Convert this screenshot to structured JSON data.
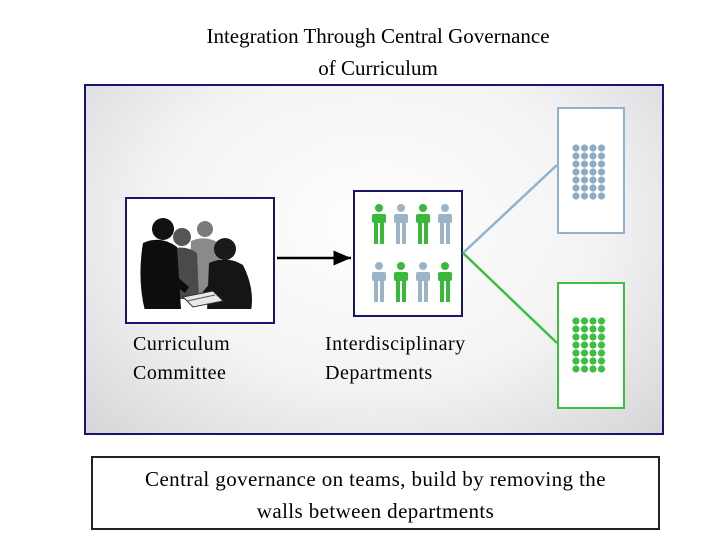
{
  "title": {
    "line1": "Integration Through Central Governance",
    "line2": "of Curriculum"
  },
  "nodes": {
    "committee": {
      "label_line1": "Curriculum",
      "label_line2": "Committee",
      "icon": "meeting-people-silhouette-icon"
    },
    "departments": {
      "label_line1": "Interdisciplinary",
      "label_line2": "Departments",
      "icon": "people-group-icon"
    },
    "team_blue": {
      "icon": "dot-grid-icon"
    },
    "team_green": {
      "icon": "dot-grid-icon"
    }
  },
  "colors": {
    "border_navy": "#16166e",
    "person_green": "#3ab83a",
    "person_blue": "#9bb4c8",
    "dot_blue": "#8fabc4",
    "dot_green": "#3fbf3f",
    "line_blue": "#8db3d0",
    "line_green": "#3fbf3f"
  },
  "caption": {
    "line1": "Central governance on teams, build by removing the",
    "line2": "walls between departments"
  }
}
